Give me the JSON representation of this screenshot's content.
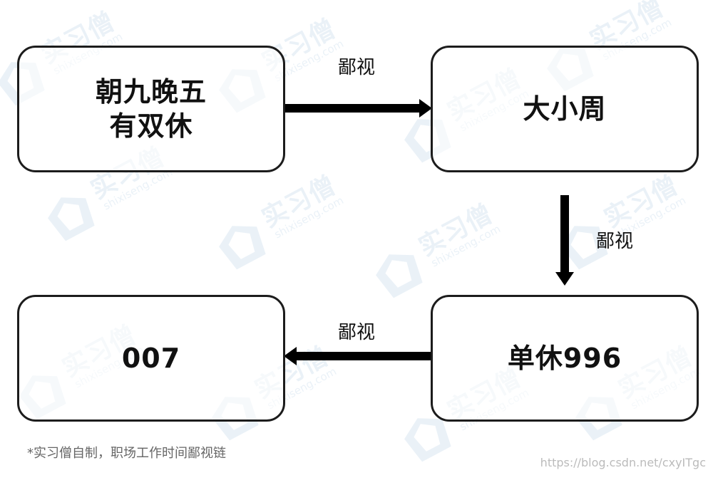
{
  "diagram": {
    "nodes": [
      {
        "id": "top-left",
        "lines": [
          "朝九晚五",
          "有双休"
        ]
      },
      {
        "id": "top-right",
        "lines": [
          "大小周"
        ]
      },
      {
        "id": "bottom-right",
        "lines": [
          "单休996"
        ]
      },
      {
        "id": "bottom-left",
        "lines": [
          "007"
        ]
      }
    ],
    "edges": [
      {
        "from": "top-left",
        "to": "top-right",
        "label": "鄙视"
      },
      {
        "from": "top-right",
        "to": "bottom-right",
        "label": "鄙视"
      },
      {
        "from": "bottom-right",
        "to": "bottom-left",
        "label": "鄙视"
      }
    ]
  },
  "footnote": "*实习僧自制，职场工作时间鄙视链",
  "watermark": {
    "text": "实习僧",
    "sub": "shixiseng.com",
    "color": "#1f6fb4"
  },
  "source_url": "https://blog.csdn.net/cxyITgc"
}
